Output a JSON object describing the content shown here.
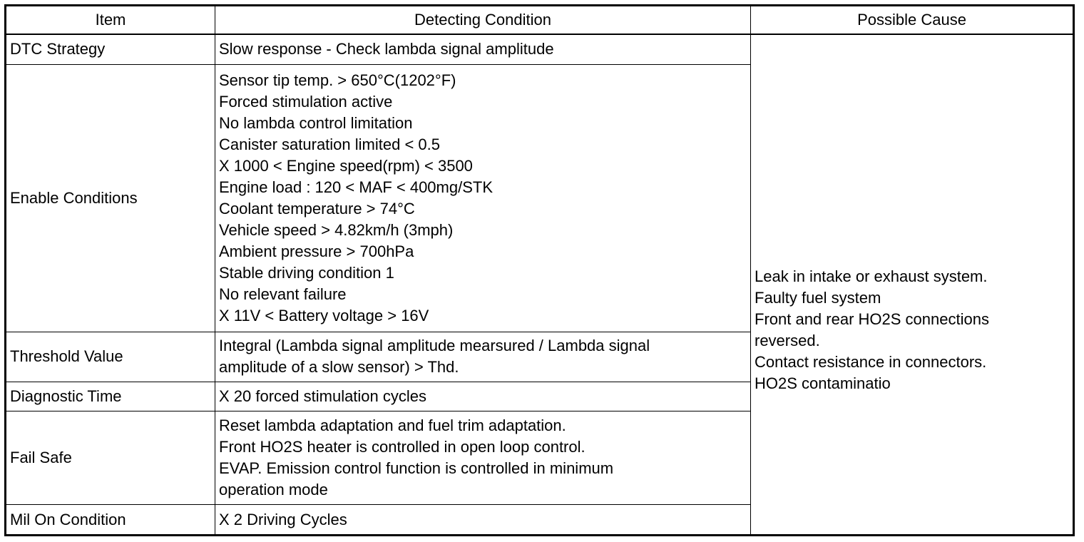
{
  "headers": {
    "item": "Item",
    "condition": "Detecting Condition",
    "cause": "Possible Cause"
  },
  "rows": [
    {
      "item": "DTC Strategy",
      "condition": [
        "Slow response - Check lambda signal amplitude"
      ]
    },
    {
      "item": "Enable Conditions",
      "condition": [
        "Sensor tip temp. > 650°C(1202°F)",
        "Forced stimulation active",
        "No lambda control limitation",
        "Canister saturation limited < 0.5",
        "X 1000 < Engine speed(rpm) < 3500",
        "Engine load : 120 < MAF < 400mg/STK",
        "Coolant temperature > 74°C",
        "Vehicle speed > 4.82km/h (3mph)",
        "Ambient pressure > 700hPa",
        "Stable driving condition 1",
        "No relevant failure",
        "X 11V < Battery voltage > 16V"
      ]
    },
    {
      "item": "Threshold Value",
      "condition": [
        "Integral (Lambda signal amplitude mearsured / Lambda signal",
        "amplitude of a slow sensor) > Thd."
      ]
    },
    {
      "item": "Diagnostic Time",
      "condition": [
        "X 20 forced stimulation cycles"
      ]
    },
    {
      "item": "Fail Safe",
      "condition": [
        "Reset lambda adaptation and fuel trim adaptation.",
        "Front HO2S heater is controlled in open loop control.",
        "EVAP. Emission control function is controlled in minimum",
        "operation mode"
      ]
    },
    {
      "item": "Mil On Condition",
      "condition": [
        "X 2 Driving Cycles"
      ]
    }
  ],
  "possible_cause": [
    "Leak in intake or exhaust system.",
    "Faulty fuel system",
    "Front and rear HO2S connections",
    "reversed.",
    "Contact resistance in connectors.",
    "HO2S contaminatio"
  ]
}
